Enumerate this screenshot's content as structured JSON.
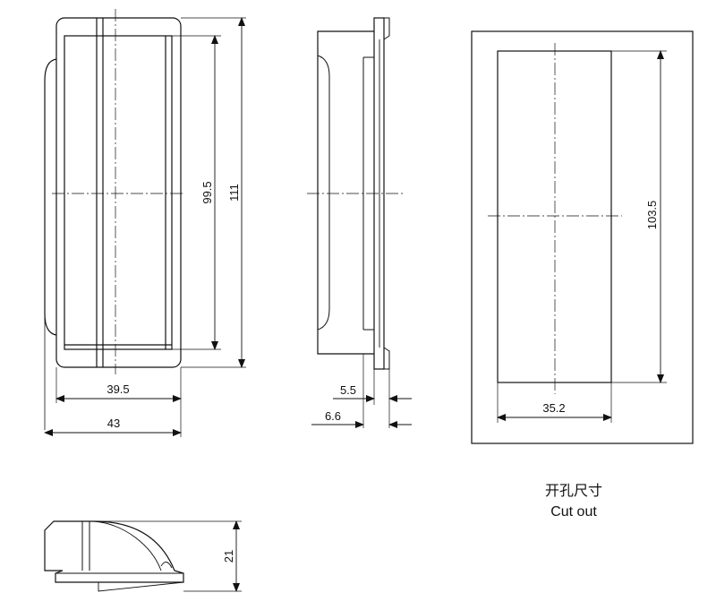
{
  "front_view": {
    "dim_width_inner": "39.5",
    "dim_width_outer": "43",
    "dim_height_inner": "99.5",
    "dim_height_outer": "111"
  },
  "side_view": {
    "dim_flange": "5.5",
    "dim_depth": "6.6"
  },
  "bottom_view": {
    "dim_height": "21"
  },
  "cutout": {
    "dim_width": "35.2",
    "dim_height": "103.5",
    "caption_cn": "开孔尺寸",
    "caption_en": "Cut out"
  },
  "colors": {
    "line": "#111111",
    "background": "#ffffff"
  }
}
